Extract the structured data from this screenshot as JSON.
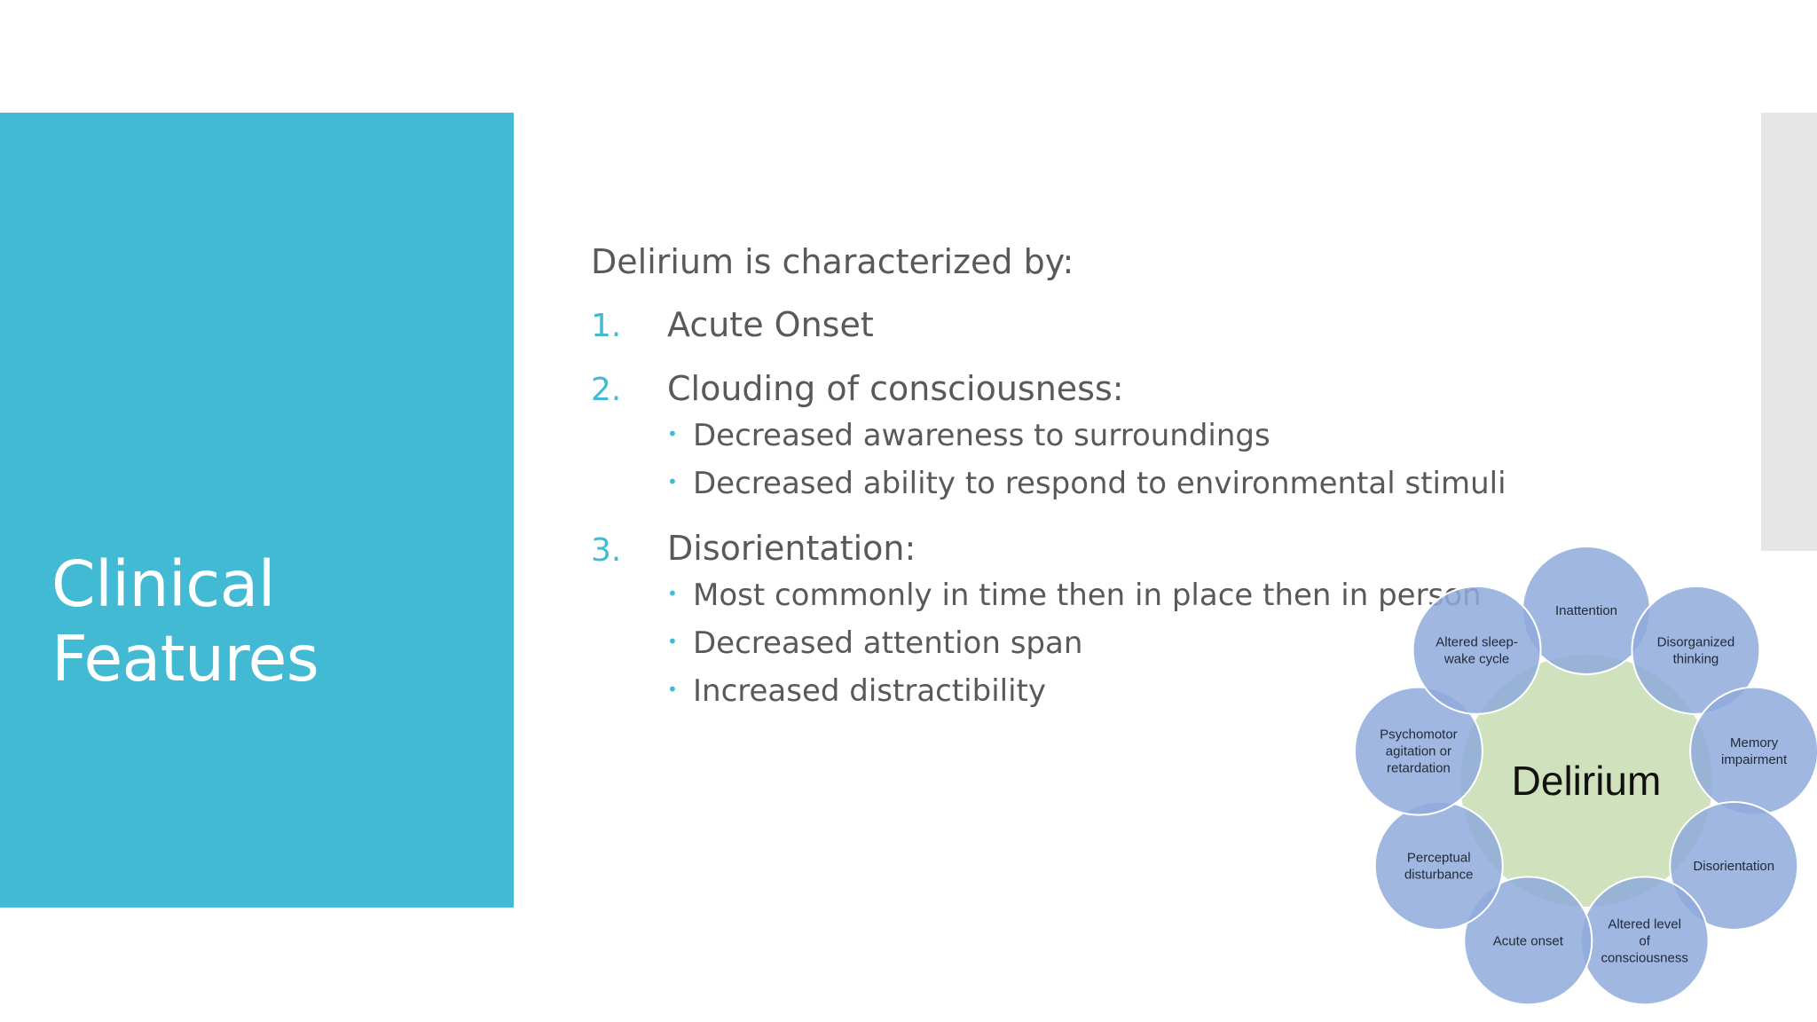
{
  "slide": {
    "title_line1": "Clinical",
    "title_line2": "Features"
  },
  "content": {
    "intro": "Delirium is characterized by:",
    "items": [
      {
        "number": "1.",
        "text": "Acute Onset",
        "subs": []
      },
      {
        "number": "2.",
        "text": "Clouding of consciousness:",
        "subs": [
          "Decreased awareness to surroundings",
          "Decreased ability to respond to environmental stimuli"
        ]
      },
      {
        "number": "3.",
        "text": "Disorientation:",
        "subs": [
          "Most commonly in time then in place then in person",
          "Decreased attention span",
          "Increased distractibility"
        ]
      }
    ]
  },
  "diagram": {
    "center_label": "Delirium",
    "features": [
      [
        "Inattention"
      ],
      [
        "Disorganized",
        "thinking"
      ],
      [
        "Memory",
        "impairment"
      ],
      [
        "Disorientation"
      ],
      [
        "Altered level",
        "of",
        "consciousness"
      ],
      [
        "Acute onset"
      ],
      [
        "Perceptual",
        "disturbance"
      ],
      [
        "Psychomotor",
        "agitation or",
        "retardation"
      ],
      [
        "Altered sleep-",
        "wake cycle"
      ]
    ],
    "colors": {
      "center_fill": "#cfe2bd",
      "bubble_fill": "#8faadc",
      "bubble_stroke": "#ffffff",
      "text": "#222a35"
    }
  },
  "theme": {
    "accent": "#42bad4",
    "text": "#595959",
    "sidebar": "#e6e6e6"
  }
}
